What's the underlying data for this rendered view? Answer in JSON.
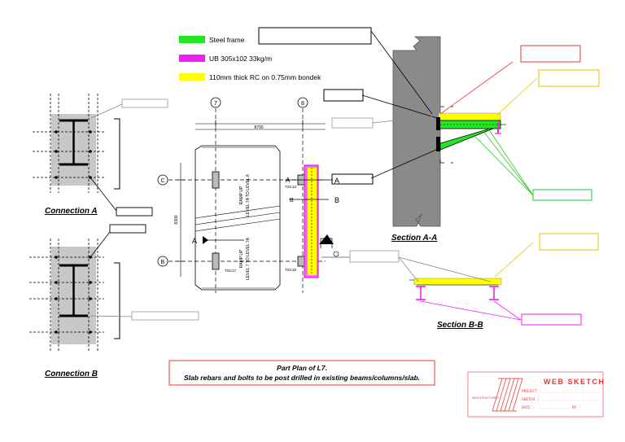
{
  "legend": {
    "steel_frame": "Steel frame",
    "ub_beam": "UB 305x102 33kg/m",
    "rc_slab": "110mm thick RC on 0.75mm bondek",
    "colors": {
      "steel": "#22e622",
      "beam": "#ee22ee",
      "slab": "#ffff00"
    }
  },
  "connection_a": {
    "caption": "Connection A"
  },
  "connection_b": {
    "caption": "Connection B"
  },
  "plan": {
    "grid_7": "7",
    "grid_8": "8",
    "grid_c": "C",
    "grid_b": "B",
    "dim_top": "8700",
    "dim_left": "8300",
    "ramp_text_1": "RAMP UP",
    "ramp_text_2": "LEVEL 7A TO LEVEL 8",
    "ramp_text_3": "RAMP UP",
    "ramp_text_4": "LEVEL 7 TO LEVEL 7A",
    "tag_tsc13": "TSC13",
    "tag_tsc17": "TSC17",
    "tag_tsc18": "TSC18",
    "cut_a": "A",
    "cut_b": "B"
  },
  "section_aa": {
    "caption": "Section A-A"
  },
  "section_bb": {
    "caption": "Section B-B"
  },
  "note": {
    "line1": "Part Plan of L7.",
    "line2": "Slab rebars and bolts to be post drilled in existing beams/columns/slab."
  },
  "stamp": {
    "title": "WEB SKETCH",
    "logo_text": "WEB STRUCTURES",
    "project_label": "PROJECT :",
    "sketch_label": "SKETCH :",
    "date_label": "DATE :",
    "by_label": "BY :"
  }
}
